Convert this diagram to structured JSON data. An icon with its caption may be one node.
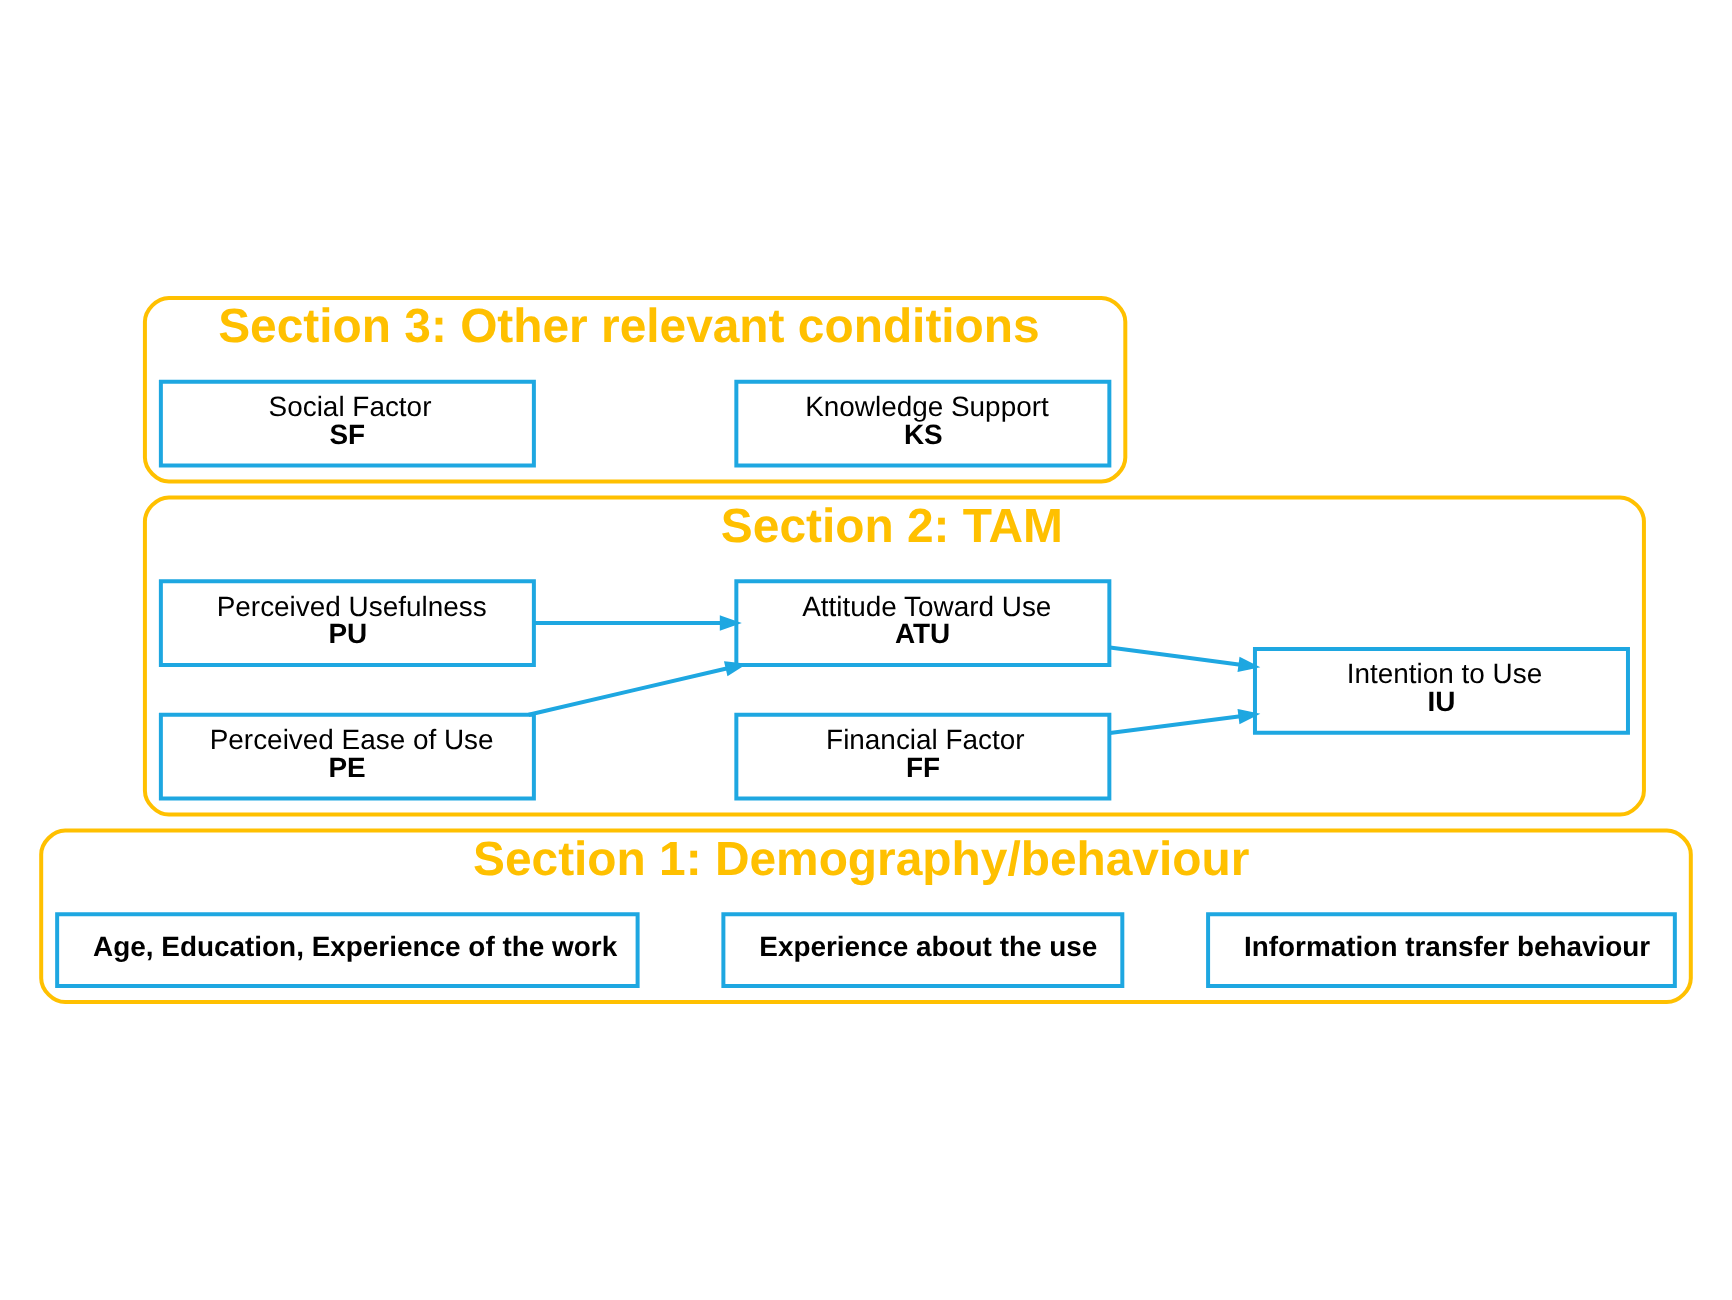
{
  "diagram": {
    "nodes": [
      {
        "text": [
          "Section 1: Demography/behaviour"
        ]
      },
      {
        "text": [
          "Age, Education, Experience of the work"
        ],
        "in": 0
      },
      {
        "text": [
          "Experience about the use"
        ],
        "in": 0
      },
      {
        "text": [
          "Information transfer behaviour"
        ],
        "in": 0
      },
      {
        "text": [
          "Section 2: TAM"
        ]
      },
      {
        "text": [
          "Perceived Usefulness",
          "PU"
        ],
        "in": 4
      },
      {
        "text": [
          "Perceived Ease of Use",
          "PE"
        ],
        "in": 4
      },
      {
        "text": [
          "Financial Factor",
          "FF"
        ],
        "in": 4
      },
      {
        "text": [
          "Attitude Toward Use",
          "ATU"
        ],
        "in": 4
      },
      {
        "text": [
          "Intention to Use",
          "IU"
        ],
        "in": 4
      },
      {
        "text": [
          "Section 3: Other relevant conditions"
        ]
      },
      {
        "text": [
          "Social Factor",
          "SF"
        ],
        "in": 10
      },
      {
        "text": [
          "Knowledge Support",
          "KS"
        ],
        "in": 10
      }
    ],
    "edges": [
      {
        "from": 5,
        "to": 8,
        "arrow": "to"
      },
      {
        "from": 6,
        "to": 8,
        "arrow": "to"
      },
      {
        "from": 8,
        "to": 9,
        "arrow": "to"
      },
      {
        "from": 7,
        "to": 9,
        "arrow": "to"
      }
    ]
  }
}
